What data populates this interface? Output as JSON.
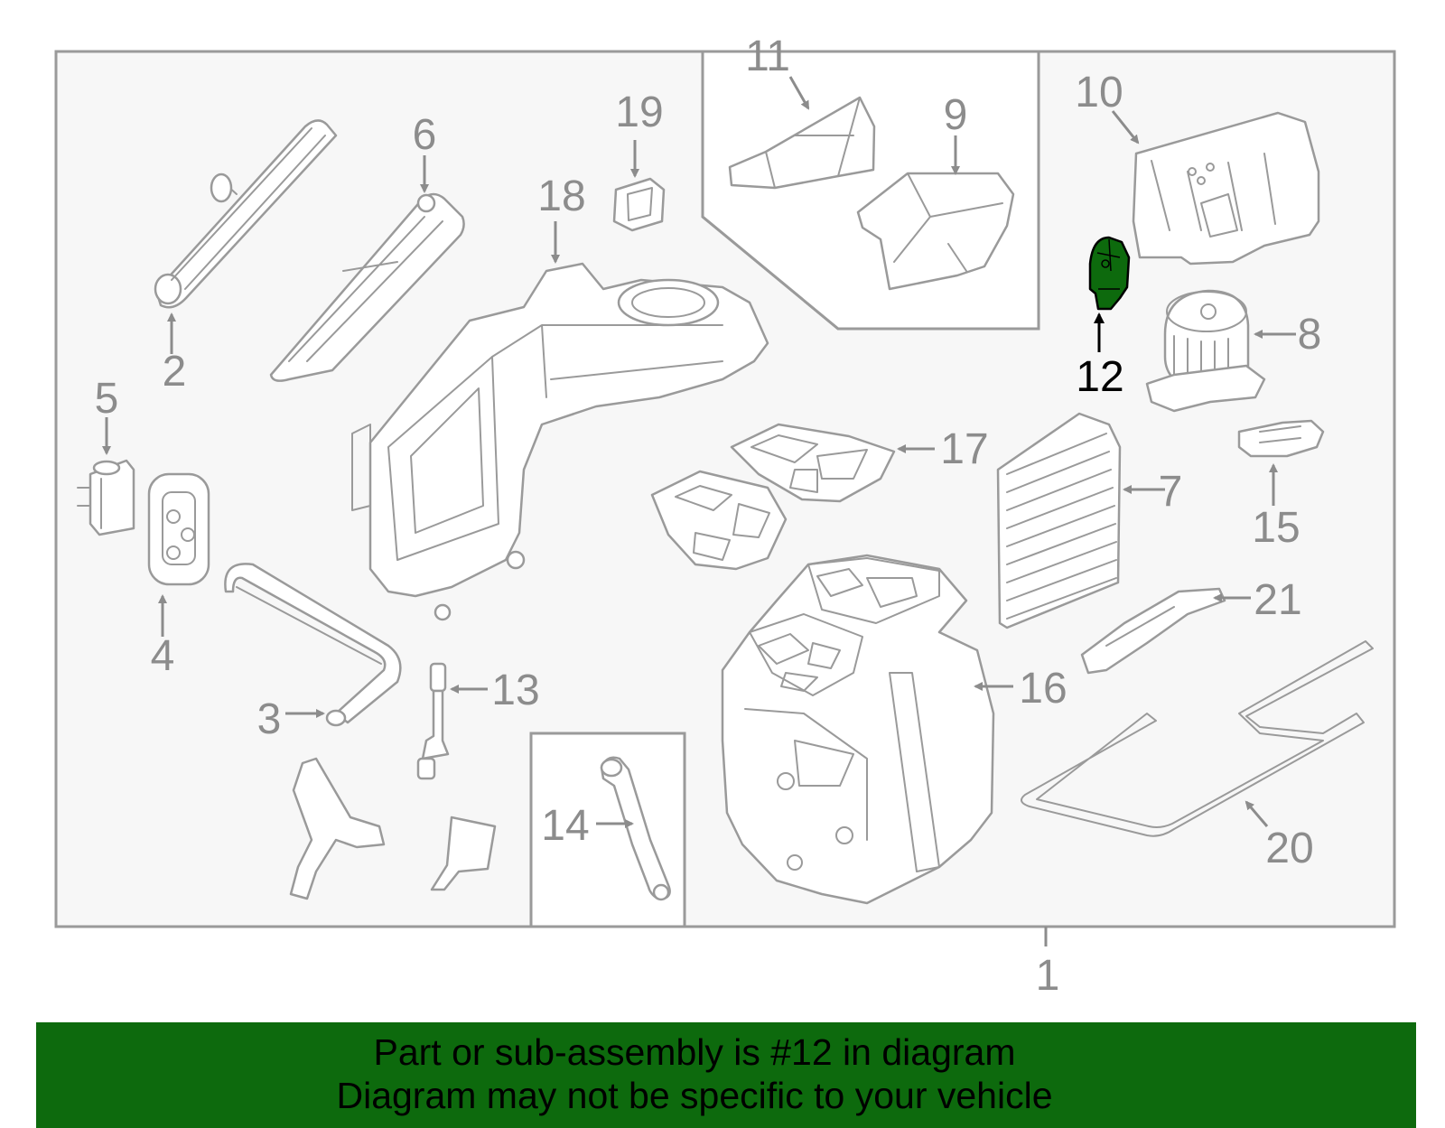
{
  "callouts": {
    "n1": "1",
    "n2": "2",
    "n3": "3",
    "n4": "4",
    "n5": "5",
    "n6": "6",
    "n7": "7",
    "n8": "8",
    "n9": "9",
    "n10": "10",
    "n11": "11",
    "n12": "12",
    "n13": "13",
    "n14": "14",
    "n15": "15",
    "n16": "16",
    "n17": "17",
    "n18": "18",
    "n19": "19",
    "n20": "20",
    "n21": "21"
  },
  "highlight": {
    "part_number": "12",
    "color": "#0d6a0d"
  },
  "banner": {
    "line1": "Part or sub-assembly is #12 in diagram",
    "line2": "Diagram may not be specific to your vehicle",
    "background": "#0d6a0d"
  }
}
